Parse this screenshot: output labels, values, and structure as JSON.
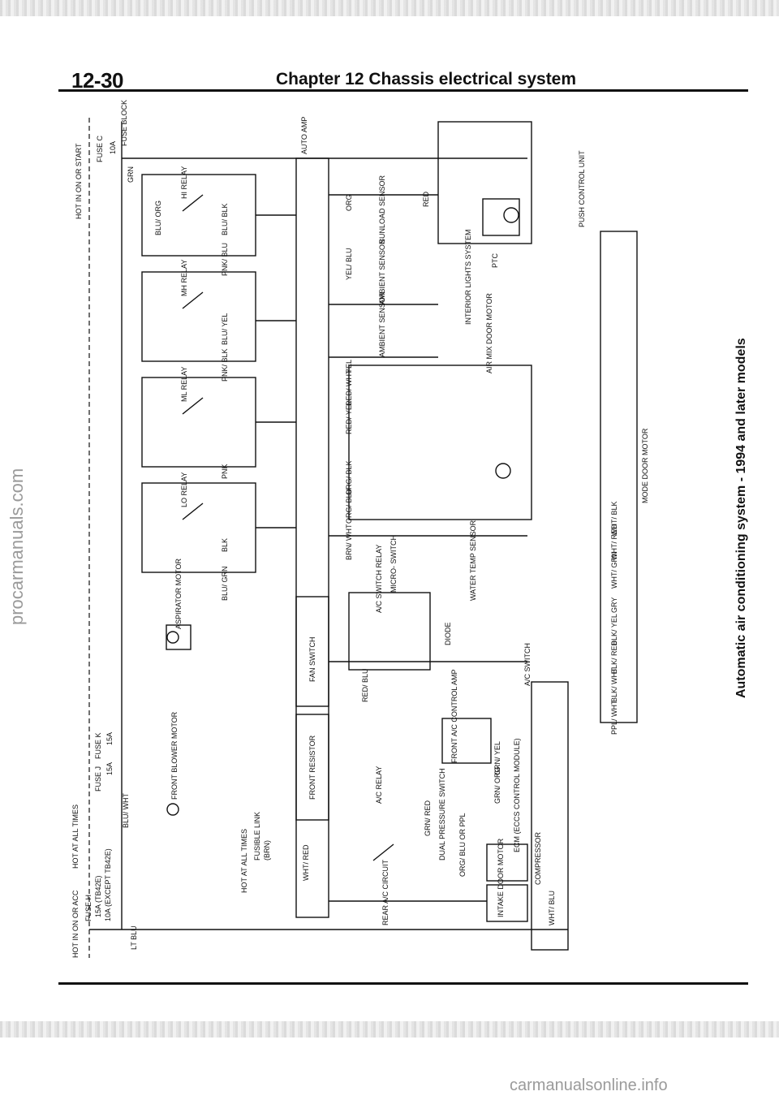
{
  "header": {
    "page_number": "12-30",
    "chapter_title": "Chapter 12  Chassis electrical system"
  },
  "side_caption": "Automatic air conditioning system - 1994 and later models",
  "watermarks": {
    "left": "procarmanuals.com",
    "bottom": "carmanualsonline.info"
  },
  "diagram": {
    "power": {
      "hot_start": "HOT IN ON OR START",
      "fuse_c": "FUSE C",
      "fuse_c_rating": "10A",
      "fuse_block": "FUSE BLOCK",
      "hot_all_times_1": "HOT AT ALL TIMES",
      "fuse_j": "FUSE J",
      "fuse_j_rating": "15A",
      "fuse_k": "FUSE K",
      "fuse_k_rating": "15A",
      "hot_acc": "HOT IN ON OR ACC",
      "fuse_h": "FUSE H",
      "fuse_h_rating_1": "15A (TB42E)",
      "fuse_h_rating_2": "10A (EXCEPT TB42E)",
      "hot_all_times_2": "HOT AT ALL TIMES",
      "fusible_link": "FUSIBLE LINK",
      "fusible_color": "(BRN)"
    },
    "components": {
      "hi_relay": "HI RELAY",
      "mh_relay": "MH RELAY",
      "ml_relay": "ML RELAY",
      "lo_relay": "LO RELAY",
      "aspirator_motor": "ASPIRATOR MOTOR",
      "front_blower_motor": "FRONT BLOWER MOTOR",
      "fan_switch": "FAN SWITCH",
      "front_resistor": "FRONT RESISTOR",
      "auto_amp": "AUTO AMP",
      "sunload_sensor": "SUNLOAD SENSOR",
      "ambient_sensor_1": "AMBIENT SENSOR",
      "ambient_sensor_2": "AMBIENT SENSOR",
      "interior_lights": "INTERIOR LIGHTS SYSTEM",
      "air_mix_motor": "AIR MIX DOOR MOTOR",
      "ptc": "PTC",
      "push_control_unit": "PUSH CONTROL UNIT",
      "micro_switch": "MICRO- SWITCH",
      "water_temp_sensor": "WATER TEMP SENSOR",
      "ac_switch_relay": "A/C SWITCH RELAY",
      "diode": "DIODE",
      "ac_switch": "A/C SWITCH",
      "front_ac_amp": "FRONT A/C CONTROL AMP",
      "ac_relay": "A/C RELAY",
      "ecm": "ECM (ECCS CONTROL MODULE)",
      "dual_pressure_switch": "DUAL PRESSURE SWITCH",
      "compressor": "COMPRESSOR",
      "rear_ac_circuit": "REAR A/C CIRCUIT",
      "intake_door_motor": "INTAKE DOOR MOTOR",
      "mode_door_motor": "MODE DOOR MOTOR"
    },
    "wire_colors": {
      "grn": "GRN",
      "blu_org": "BLU/ ORG",
      "blu_blk": "BLU/ BLK",
      "pnk_blu": "PNK/ BLU",
      "blu_yel": "BLU/ YEL",
      "pnk_blk": "PNK/ BLK",
      "pnk": "PNK",
      "blk": "BLK",
      "blu_grn": "BLU/ GRN",
      "blu_wht": "BLU/ WHT",
      "wht_red": "WHT/ RED",
      "lt_blu": "LT BLU",
      "org": "ORG",
      "red": "RED",
      "yel_blu": "YEL/ BLU",
      "yel": "YEL",
      "red_wht": "RED/ WHT",
      "red_yel": "RED/ YEL",
      "org_blk": "ORG/ BLK",
      "org_blu": "ORG/ BLU",
      "brn_wht": "BRN/ WHT",
      "red_blu": "RED/ BLU",
      "grn_red": "GRN/ RED",
      "grn_org": "GRN/ ORG",
      "grn_yel": "GRN/ YEL",
      "org_blu_ppl": "ORG/ BLU OR PPL",
      "wht_blu": "WHT/ BLU",
      "ppl_wht": "PPL/ WHT",
      "blk_wht": "BLK/ WHT",
      "blk_red": "BLK/ RED",
      "blk_yel": "BLK/ YEL",
      "gry": "GRY",
      "wht_grn": "WHT/ GRN",
      "wht_red2": "WHT/ RED",
      "wht_blk": "WHT/ BLK"
    }
  }
}
